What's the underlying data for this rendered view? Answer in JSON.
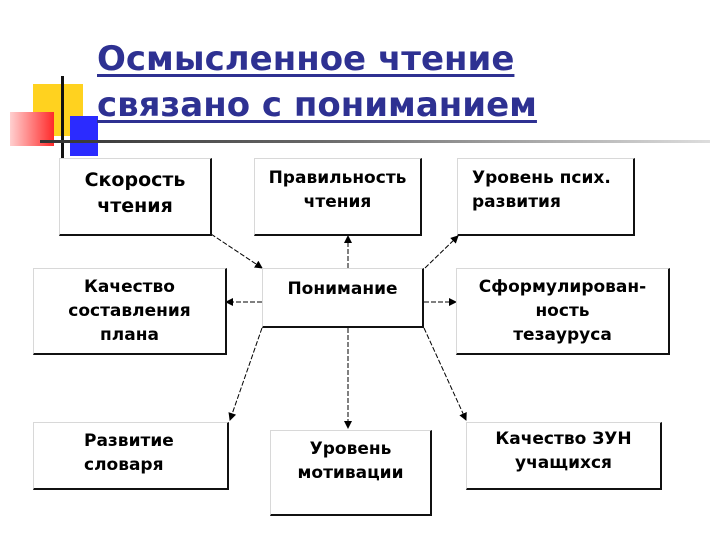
{
  "title": {
    "line1": "Осмысленное чтение",
    "line2": "связано с пониманием"
  },
  "boxes": {
    "speed": "Скорость\nчтения",
    "correctness": "Правильность\nчтения",
    "psych_level": "Уровень псих.\nразвития",
    "plan_quality": "Качество\nсоставления\nплана",
    "understanding": "Понимание",
    "thesaurus": "Сформулирован-\nность\nтезауруса",
    "vocabulary": "Развитие\nсловаря",
    "motivation": "Уровень\nмотивации",
    "zun_quality": "Качество ЗУН\nучащихся"
  },
  "colors": {
    "title": "#2e3192",
    "deco_yellow": "#ffd21f",
    "deco_red": "#ff2a2a",
    "deco_blue": "#2b2bff"
  }
}
